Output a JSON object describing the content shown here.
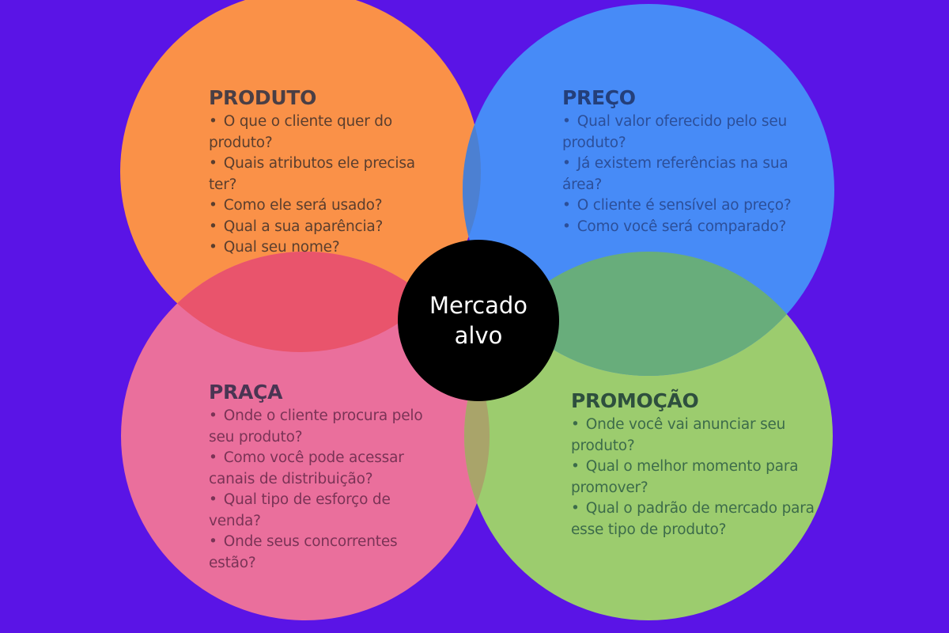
{
  "colors": {
    "background": "#5A14E6",
    "produto": "#FA9148",
    "preco": "#478BF7",
    "praca": "#EA6F9C",
    "promocao": "#9CCC6E",
    "overlap_produto_preco": "#4C80D2",
    "overlap_produto_praca": "#E9546C",
    "overlap_preco_promocao": "#68AD7B",
    "overlap_praca_promocao": "#A9A46A",
    "center": "#000000"
  },
  "center": {
    "line1": "Mercado",
    "line2": "alvo"
  },
  "quadrants": {
    "produto": {
      "title": "PRODUTO",
      "items": [
        "O que o cliente quer do produto?",
        "Quais atributos ele precisa ter?",
        "Como ele será usado?",
        "Qual a sua aparência?",
        "Qual seu nome?"
      ]
    },
    "preco": {
      "title": "PREÇO",
      "items": [
        "Qual valor oferecido pelo seu produto?",
        "Já existem referências na sua área?",
        "O cliente é sensível ao preço?",
        "Como você será comparado?"
      ]
    },
    "praca": {
      "title": "PRAÇA",
      "items": [
        "Onde o cliente procura pelo seu produto?",
        "Como você pode acessar canais de distribuição?",
        "Qual tipo de esforço de venda?",
        "Onde seus concorrentes estão?"
      ]
    },
    "promocao": {
      "title": "PROMOÇÃO",
      "items": [
        "Onde você vai anunciar seu produto?",
        "Qual o melhor momento para promover?",
        "Qual o padrão de mercado para esse tipo de produto?"
      ]
    }
  },
  "bullet": "•"
}
